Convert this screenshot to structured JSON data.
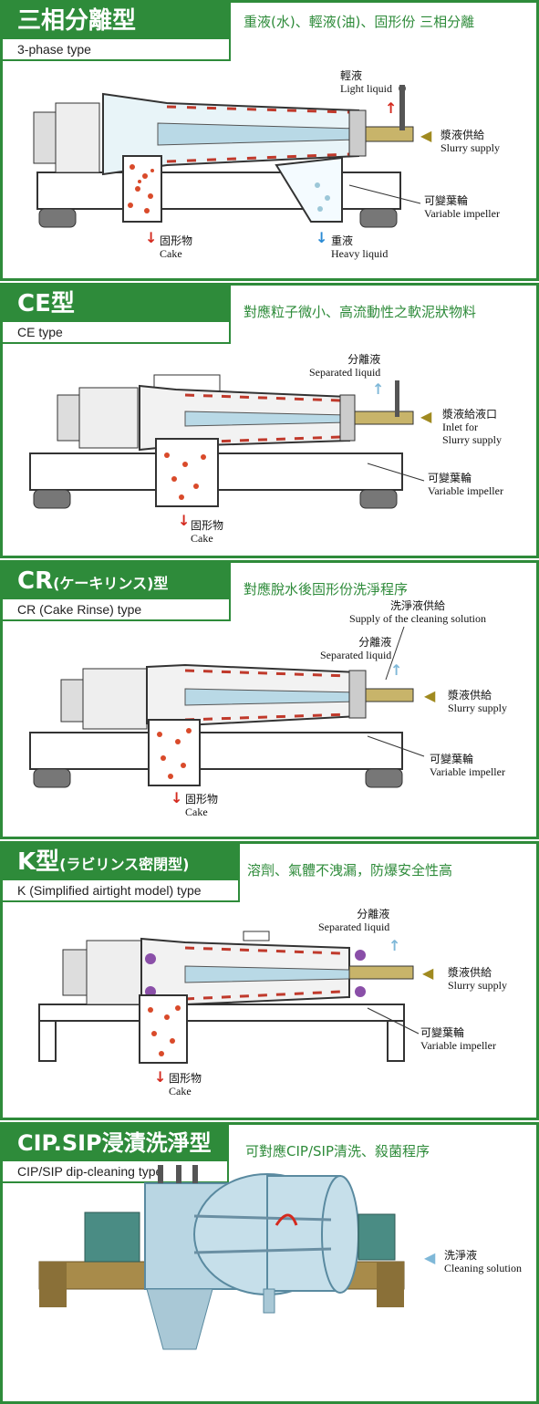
{
  "colors": {
    "green": "#2e8b3a",
    "red_arrow": "#d42a1f",
    "blue_arrow": "#2a8ad4",
    "olive_arrow": "#a08a20"
  },
  "sections": [
    {
      "title": "三相分離型",
      "subtitle": "3-phase type",
      "feature": "重液(水)、輕液(油)、固形份 三相分離",
      "labels": {
        "light": {
          "zh": "輕液",
          "en": "Light liquid"
        },
        "slurry": {
          "zh": "漿液供給",
          "en": "Slurry supply"
        },
        "impeller": {
          "zh": "可變葉輪",
          "en": "Variable impeller"
        },
        "cake": {
          "zh": "固形物",
          "en": "Cake"
        },
        "heavy": {
          "zh": "重液",
          "en": "Heavy liquid"
        }
      }
    },
    {
      "title": "CE型",
      "subtitle": "CE type",
      "feature": "對應粒子微小、高流動性之軟泥狀物料",
      "labels": {
        "separated": {
          "zh": "分離液",
          "en": "Separated liquid"
        },
        "inlet_zh": "漿液給液口",
        "inlet_en1": "Inlet for",
        "inlet_en2": "Slurry supply",
        "impeller": {
          "zh": "可變葉輪",
          "en": "Variable impeller"
        },
        "cake": {
          "zh": "固形物",
          "en": "Cake"
        }
      }
    },
    {
      "title": "CR",
      "title_suffix": "(ケーキリンス)型",
      "subtitle": "CR (Cake Rinse) type",
      "feature": "對應脫水後固形份洗淨程序",
      "labels": {
        "cleaning": {
          "zh": "洗淨液供給",
          "en": "Supply of the cleaning solution"
        },
        "separated": {
          "zh": "分離液",
          "en": "Separated liquid"
        },
        "slurry": {
          "zh": "漿液供給",
          "en": "Slurry supply"
        },
        "impeller": {
          "zh": "可變葉輪",
          "en": "Variable impeller"
        },
        "cake": {
          "zh": "固形物",
          "en": "Cake"
        }
      }
    },
    {
      "title": "K型",
      "title_suffix": "(ラビリンス密閉型)",
      "subtitle": "K (Simplified airtight model) type",
      "feature": "溶劑、氣體不洩漏，防爆安全性高",
      "labels": {
        "separated": {
          "zh": "分離液",
          "en": "Separated liquid"
        },
        "slurry": {
          "zh": "漿液供給",
          "en": "Slurry supply"
        },
        "impeller": {
          "zh": "可變葉輪",
          "en": "Variable impeller"
        },
        "cake": {
          "zh": "固形物",
          "en": "Cake"
        }
      }
    },
    {
      "title": "CIP.SIP浸漬洗淨型",
      "subtitle": "CIP/SIP dip-cleaning type",
      "feature": "可對應CIP/SIP清洗、殺菌程序",
      "labels": {
        "cleaning": {
          "zh": "洗淨液",
          "en": "Cleaning solution"
        }
      }
    }
  ]
}
